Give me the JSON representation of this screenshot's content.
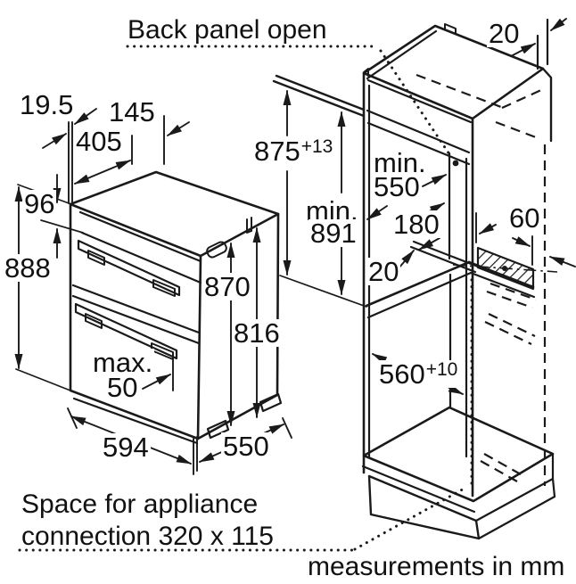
{
  "drawing": {
    "title_note": "Back panel open",
    "footer_note": "measurements in mm",
    "connection_note_line1": "Space for appliance",
    "connection_note_line2": "connection 320 x 115"
  },
  "dims": {
    "top_gap": "20",
    "door_proud": "19.5",
    "d145": "145",
    "d405": "405",
    "d96": "96",
    "d888": "888",
    "d875": "875",
    "d875_tol": "+13",
    "min891_word": "min.",
    "min891_val": "891",
    "min550_word": "min.",
    "min550_val": "550",
    "d180": "180",
    "shelf_gap": "20",
    "vent_width": "60",
    "d870": "870",
    "d816": "816",
    "max_word": "max.",
    "max_val": "50",
    "oven_width": "594",
    "oven_depth": "550",
    "niche_width": "560",
    "niche_width_tol": "+10"
  },
  "colors": {
    "line": "#1a1a1a",
    "text": "#111111",
    "background": "#ffffff"
  }
}
